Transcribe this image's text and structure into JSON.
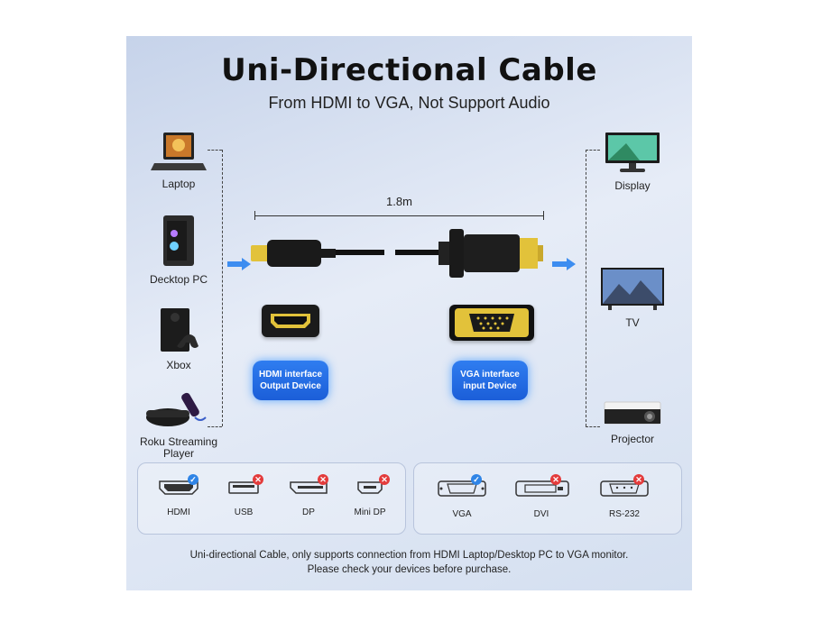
{
  "header": {
    "title": "Uni-Directional Cable",
    "subtitle": "From HDMI to VGA, Not Support Audio"
  },
  "sources": [
    {
      "label": "Laptop",
      "icon": "laptop-icon"
    },
    {
      "label": "Decktop PC",
      "icon": "desktop-pc-icon"
    },
    {
      "label": "Xbox",
      "icon": "xbox-icon"
    },
    {
      "label": "Roku Streaming\nPlayer",
      "icon": "roku-player-icon"
    }
  ],
  "targets": [
    {
      "label": "Display",
      "icon": "monitor-icon"
    },
    {
      "label": "TV",
      "icon": "tv-icon"
    },
    {
      "label": "Projector",
      "icon": "projector-icon"
    }
  ],
  "cable": {
    "length": "1.8m"
  },
  "interfaces": {
    "hdmi_line1": "HDMI interface",
    "hdmi_line2": "Output Device",
    "vga_line1": "VGA interface",
    "vga_line2": "input Device"
  },
  "compat_left": [
    {
      "label": "HDMI",
      "supported": true
    },
    {
      "label": "USB",
      "supported": false
    },
    {
      "label": "DP",
      "supported": false
    },
    {
      "label": "Mini DP",
      "supported": false
    }
  ],
  "compat_right": [
    {
      "label": "VGA",
      "supported": true
    },
    {
      "label": "DVI",
      "supported": false
    },
    {
      "label": "RS-232",
      "supported": false
    }
  ],
  "footer": {
    "line1": "Uni-directional Cable, only supports connection from HDMI Laptop/Desktop PC to VGA monitor.",
    "line2": "Please check your devices before purchase."
  },
  "colors": {
    "accent": "#2f7df0",
    "ok": "#2f84e6",
    "no": "#e33b3b",
    "gold": "#e2c23a"
  }
}
